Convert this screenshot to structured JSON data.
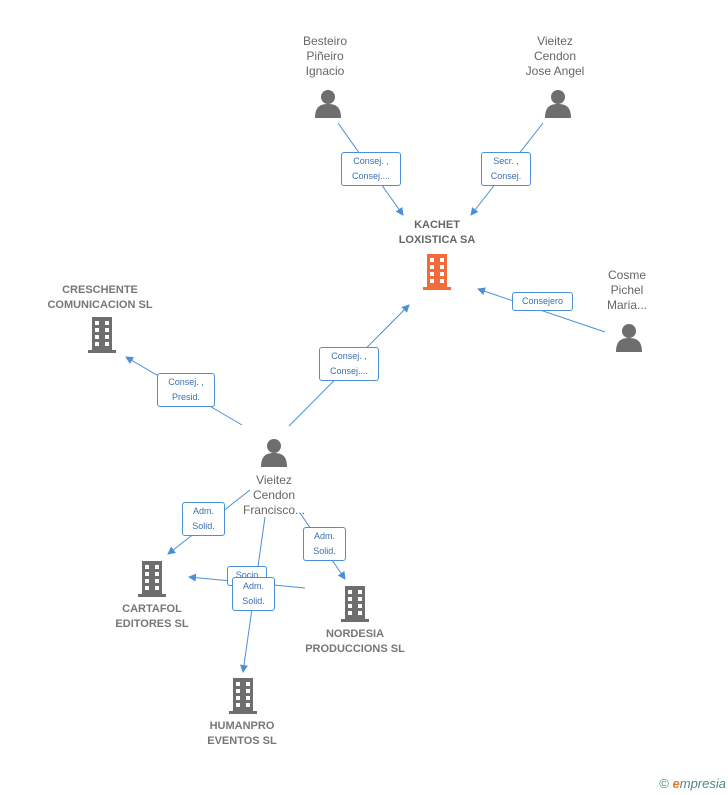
{
  "nodes": {
    "kachet": {
      "label": "KACHET\nLOXISTICA SA",
      "type": "company",
      "main": true
    },
    "besteiro": {
      "label": "Besteiro\nPiñeiro\nIgnacio",
      "type": "person"
    },
    "vieitez_jose": {
      "label": "Vieitez\nCendon\nJose Angel",
      "type": "person"
    },
    "cosme": {
      "label": "Cosme\nPichel\nMaria...",
      "type": "person"
    },
    "creschente": {
      "label": "CRESCHENTE\nCOMUNICACION SL",
      "type": "company"
    },
    "vieitez_fran": {
      "label": "Vieitez\nCendon\nFrancisco...",
      "type": "person"
    },
    "cartafol": {
      "label": "CARTAFOL\nEDITORES SL",
      "type": "company"
    },
    "nordesia": {
      "label": "NORDESIA\nPRODUCCIONS SL",
      "type": "company"
    },
    "humanpro": {
      "label": "HUMANPRO\nEVENTOS  SL",
      "type": "company"
    }
  },
  "edges": {
    "besteiro_kachet": "Consej. ,\nConsej....",
    "jose_kachet": "Secr. ,\nConsej.",
    "cosme_kachet": "Consejero",
    "fran_kachet": "Consej. ,\nConsej....",
    "fran_creschente": "Consej. ,\nPresid.",
    "fran_cartafol": "Adm.\nSolid.",
    "fran_nordesia": "Adm.\nSolid.",
    "nordesia_cartafol": "Socio",
    "fran_humanpro": "Adm.\nSolid."
  },
  "colors": {
    "main_company": "#f26b3a",
    "company": "#6e6e6e",
    "person": "#6e6e6e",
    "edge": "#4a90d9"
  },
  "brand": {
    "copyright": "©",
    "first_letter": "e",
    "rest": "mpresia"
  }
}
